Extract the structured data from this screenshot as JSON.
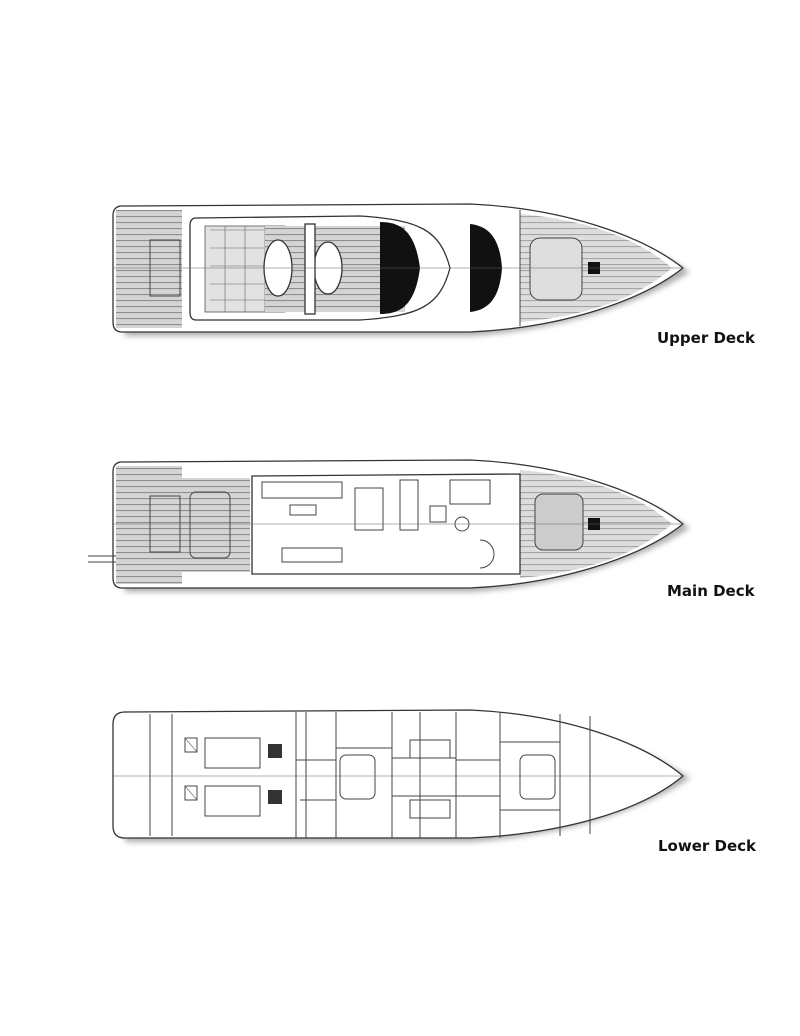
{
  "decks": [
    {
      "name": "Upper Deck"
    },
    {
      "name": "Main Deck"
    },
    {
      "name": "Lower Deck"
    }
  ],
  "colors": {
    "teak": "#b9b9b9",
    "line": "#333333",
    "dark": "#111111"
  }
}
